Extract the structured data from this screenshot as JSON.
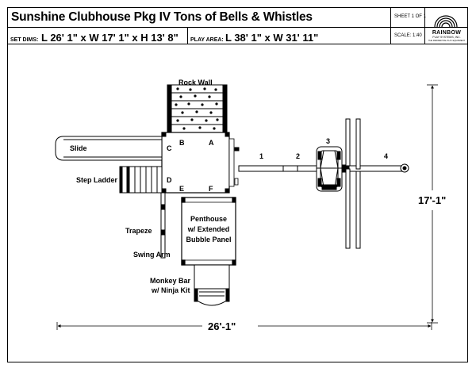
{
  "header": {
    "title": "Sunshine Clubhouse Pkg IV Tons of Bells & Whistles",
    "sheet": "SHEET 1 OF 1",
    "scale": "SCALE: 1:40",
    "set_dims_label": "SET DIMS:",
    "set_dims_value": "L 26' 1\" x W 17' 1\" x H 13' 8\"",
    "play_area_label": "PLAY AREA:",
    "play_area_value": "L 38' 1\" x W 31' 11\""
  },
  "logo": {
    "name": "RAINBOW",
    "subtitle": "PLAY SYSTEMS, INC.",
    "tagline": "THE RESIDENTIAL PLAY EQUIPMENT"
  },
  "labels": {
    "rock_wall": "Rock Wall",
    "slide": "Slide",
    "step_ladder": "Step Ladder",
    "trapeze": "Trapeze",
    "swing_arm": "Swing Arm",
    "penthouse_1": "Penthouse",
    "penthouse_2": "w/ Extended",
    "penthouse_3": "Bubble Panel",
    "monkey_bar_1": "Monkey Bar",
    "monkey_bar_2": "w/ Ninja Kit"
  },
  "markers": {
    "a": "A",
    "b": "B",
    "c": "C",
    "d": "D",
    "e": "E",
    "f": "F",
    "n1": "1",
    "n2": "2",
    "n3": "3",
    "n4": "4"
  },
  "dimensions": {
    "width": "26'-1\"",
    "depth": "17'-1\""
  }
}
